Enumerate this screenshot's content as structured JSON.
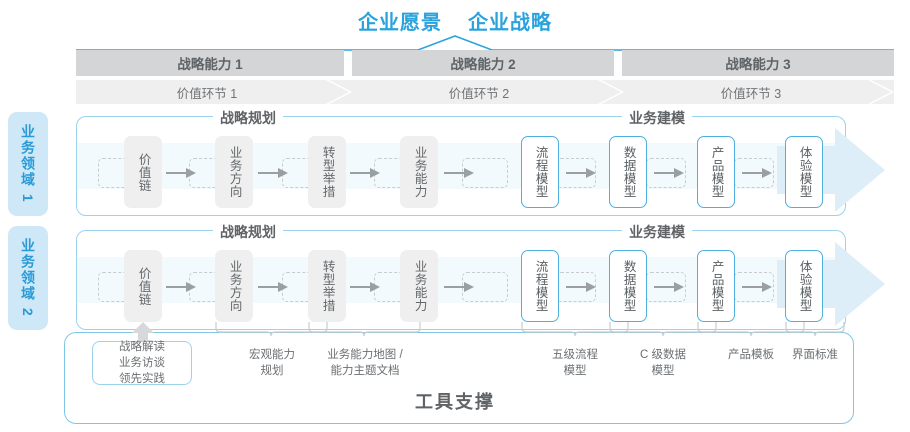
{
  "header": {
    "vision_titles": [
      "企业愿景",
      "企业战略"
    ],
    "capabilities": [
      {
        "label": "战略能力 1"
      },
      {
        "label": "战略能力 2"
      },
      {
        "label": "战略能力 3"
      }
    ],
    "value_chains": [
      {
        "label": "价值环节 1"
      },
      {
        "label": "价值环节 2"
      },
      {
        "label": "价值环节 3"
      }
    ]
  },
  "domains": [
    {
      "label": "业务领域 1"
    },
    {
      "label": "业务领域 2"
    }
  ],
  "sections": [
    {
      "label": "战略规划"
    },
    {
      "label": "业务建模"
    }
  ],
  "nodes": {
    "planning": [
      {
        "label": "价值链",
        "style": "grey"
      },
      {
        "label": "业务方向",
        "style": "grey"
      },
      {
        "label": "转型举措",
        "style": "grey"
      },
      {
        "label": "业务能力",
        "style": "grey"
      }
    ],
    "modeling": [
      {
        "label": "流程模型",
        "style": "blue"
      },
      {
        "label": "数据模型",
        "style": "blue"
      },
      {
        "label": "产品模型",
        "style": "blue"
      },
      {
        "label": "体验模型",
        "style": "blue"
      }
    ]
  },
  "tools": {
    "highlight_box": "战略解读\n业务访谈\n领先实践",
    "labels": [
      {
        "text": "宏观能力\n规划"
      },
      {
        "text": "业务能力地图 /\n能力主题文档"
      },
      {
        "text": "五级流程\n模型"
      },
      {
        "text": "C 级数据\n模型"
      },
      {
        "text": "产品模板"
      },
      {
        "text": "界面标准"
      }
    ],
    "footer_title": "工具支撑"
  },
  "colors": {
    "accent_blue": "#2aa3dd",
    "lane_border": "#9bd3ec",
    "cap_bar": "#d3d5d6",
    "vc_band": "#efefef",
    "node_grey": "#efefef",
    "node_blue_border": "#4fb0e0",
    "domain_tab_bg": "#cfe8f7",
    "band_tint": "#f2fafd"
  }
}
